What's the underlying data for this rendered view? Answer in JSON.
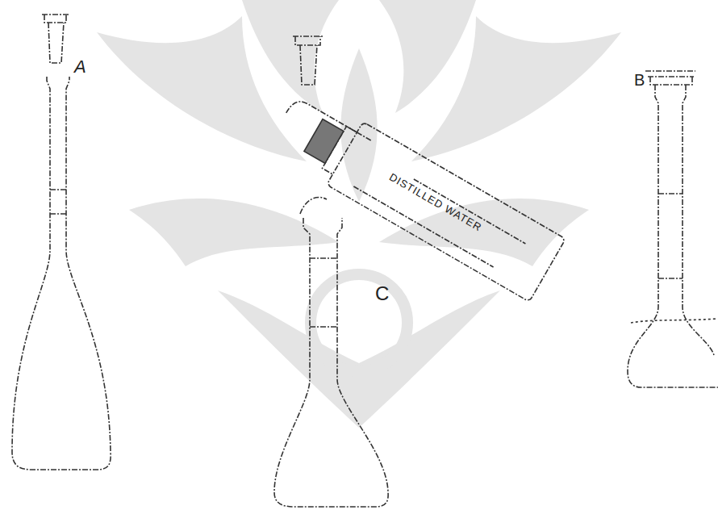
{
  "diagram": {
    "labels": [
      "A",
      "C",
      "B",
      "DISTILLED WATER"
    ]
  }
}
